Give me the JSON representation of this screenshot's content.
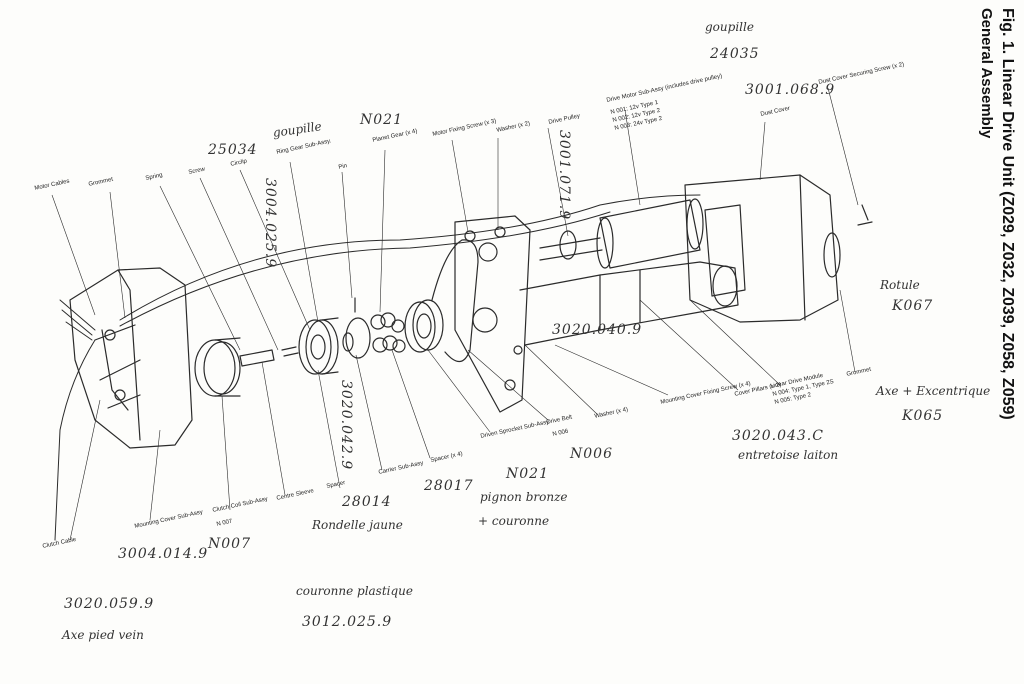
{
  "figure": {
    "title": "Fig. 1. Linear Drive Unit (Z029, Z032, Z039, Z058, Z059)",
    "subtitle": "General Assembly"
  },
  "printed_labels": {
    "motor_cables": "Motor Cables",
    "grommet_left": "Grommet",
    "spring": "Spring",
    "screw": "Screw",
    "circlip": "Circlip",
    "ring_gear": "Ring Gear Sub-Assy.",
    "pin": "Pin",
    "planet_gear": "Planet Gear (x 4)",
    "motor_fixing_screw": "Motor Fixing Screw (x 3)",
    "washer_top": "Washer (x 2)",
    "drive_pulley": "Drive Pulley",
    "drive_motor_title": "Drive Motor Sub-Assy (includes drive pulley)",
    "drive_motor_1": "N 001: 12v Type 1",
    "drive_motor_2": "N 002: 12v Type 2",
    "drive_motor_3": "N 003: 24v Type 2",
    "dust_cover": "Dust Cover",
    "dust_cover_screw": "Dust Cover Securing Screw (x 2)",
    "clutch_cable": "Clutch Cable",
    "mounting_cover": "Mounting Cover Sub-Assy",
    "clutch_coil": "Clutch Coil Sub-Assy",
    "clutch_coil_code": "N 007",
    "centre_sleeve": "Centre Sleeve",
    "spacer_a": "Spacer",
    "carrier": "Carrier Sub-Assy",
    "spacer_b": "Spacer (x 4)",
    "driven_sprocket": "Driven Sprocket Sub-Assy",
    "drive_belt": "Drive Belt",
    "drive_belt_code": "N 006",
    "washer_bottom": "Washer (x 4)",
    "mounting_cover_screw": "Mounting Cover Fixing Screw (x 4)",
    "cover_pillars": "Cover Pillars (x 2)",
    "linear_module_title": "Linear Drive Module",
    "linear_module_1": "N 004: Type 1, Type 2S",
    "linear_module_2": "N 005: Type 2",
    "grommet_right": "Grommet"
  },
  "handwritten_notes": {
    "goupille": "goupille",
    "n24035": "24035",
    "n3001_068": "3001.068.9",
    "goupille_left": "goupille",
    "n25034": "25034",
    "n3004_025": "3004.025.9",
    "n0021": "N021",
    "n3001_071": "3001.071.9",
    "rotule": "Rotule",
    "k067": "K067",
    "n3020_040": "3020.040.9",
    "axe_excentrique": "Axe + Excentrique",
    "k065": "K065",
    "n3020_043": "3020.043.C",
    "entretoise": "entretoise laiton",
    "n006": "N006",
    "n3020_042": "3020.042.9",
    "n28014": "28014",
    "rondelle": "Rondelle jaune",
    "n28017": "28017",
    "n021b": "N021",
    "pignon": "pignon bronze",
    "couronne": "+ couronne",
    "n3004_014": "3004.014.9",
    "n007": "N007",
    "n3020_059": "3020.059.9",
    "axe_pied": "Axe pied vein",
    "couronne_plastique": "couronne plastique",
    "n3012_025": "3012.025.9"
  },
  "colors": {
    "ink": "#2b2b2b",
    "paper": "#fdfdfb"
  }
}
